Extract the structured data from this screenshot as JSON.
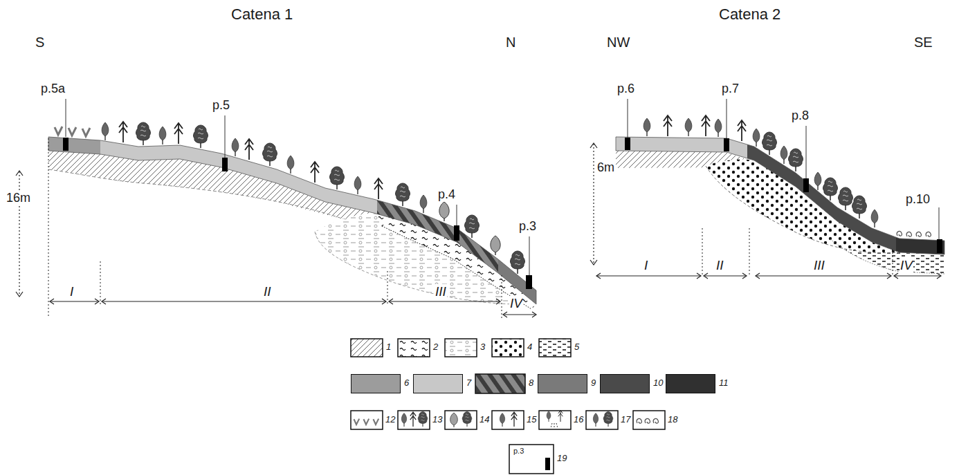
{
  "diagram": {
    "labels": [
      "Catena 1",
      "Catena 2",
      "S",
      "N",
      "NW",
      "SE",
      "p.5a",
      "p.5",
      "p.4",
      "p.3",
      "p.6",
      "p.7",
      "p.8",
      "p.10",
      "16m",
      "6m",
      "I",
      "II",
      "III",
      "IV",
      "I",
      "II",
      "III",
      "IV",
      "p.3"
    ],
    "legend": [
      {
        "text": "1"
      },
      {
        "text": "2"
      },
      {
        "text": "3"
      },
      {
        "text": "4"
      },
      {
        "text": "5"
      },
      {
        "text": "6",
        "color": "#9c9c9c"
      },
      {
        "text": "7",
        "color": "#c8c8c8"
      },
      {
        "text": "8"
      },
      {
        "text": "9",
        "color": "#7a7a7a"
      },
      {
        "text": "10",
        "color": "#4a4a4a"
      },
      {
        "text": "11",
        "color": "#303030"
      },
      {
        "text": "12"
      },
      {
        "text": "13"
      },
      {
        "text": "14"
      },
      {
        "text": "15"
      },
      {
        "text": "16"
      },
      {
        "text": "17"
      },
      {
        "text": "18"
      },
      {
        "text": "19"
      }
    ]
  }
}
